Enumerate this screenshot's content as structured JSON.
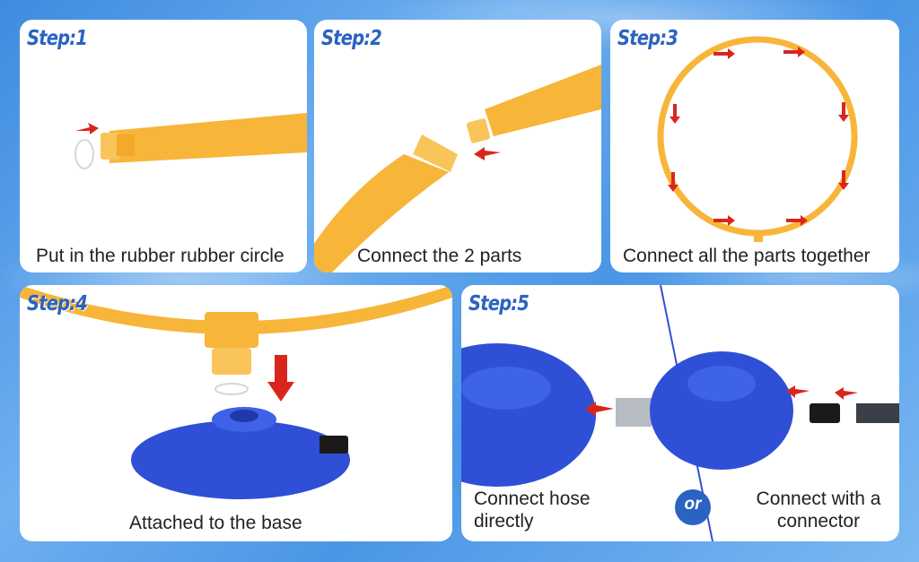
{
  "steps": [
    {
      "title": "Step:1",
      "caption": "Put in the rubber rubber circle"
    },
    {
      "title": "Step:2",
      "caption": "Connect the 2 parts"
    },
    {
      "title": "Step:3",
      "caption": "Connect all the parts together"
    },
    {
      "title": "Step:4",
      "caption": "Attached to the base"
    },
    {
      "title": "Step:5",
      "caption_left": "Connect hose directly",
      "caption_or": "or",
      "caption_right": "Connect with a connector"
    }
  ],
  "colors": {
    "step_title": "#2a63c2",
    "hose_yellow": "#f7b53a",
    "base_blue": "#2f4fd6",
    "arrow_red": "#d9261c"
  }
}
